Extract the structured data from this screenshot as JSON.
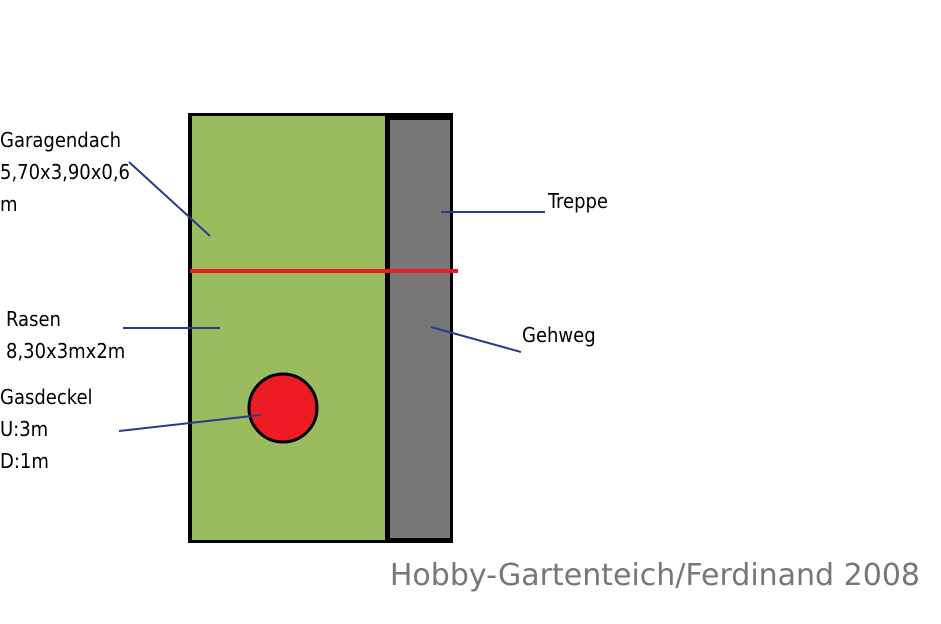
{
  "labels": {
    "garagendach": {
      "line1": "Garagendach",
      "line2": "5,70x3,90x0,6",
      "line3": "m"
    },
    "rasen": {
      "line1": "Rasen",
      "line2": "8,30x3mx2m"
    },
    "gasdeckel": {
      "line1": "Gasdeckel",
      "line2": "U:3m",
      "line3": "D:1m"
    },
    "treppe": "Treppe",
    "gehweg": "Gehweg"
  },
  "watermark": "Hobby-Gartenteich/Ferdinand 2008",
  "colors": {
    "lawn": "#9bbb5f",
    "walkway": "#777777",
    "outline": "#000000",
    "divider": "#ed1c24",
    "gas_cover": "#ed1c24",
    "leader": "#2b3a8c",
    "watermark": "#777777"
  }
}
